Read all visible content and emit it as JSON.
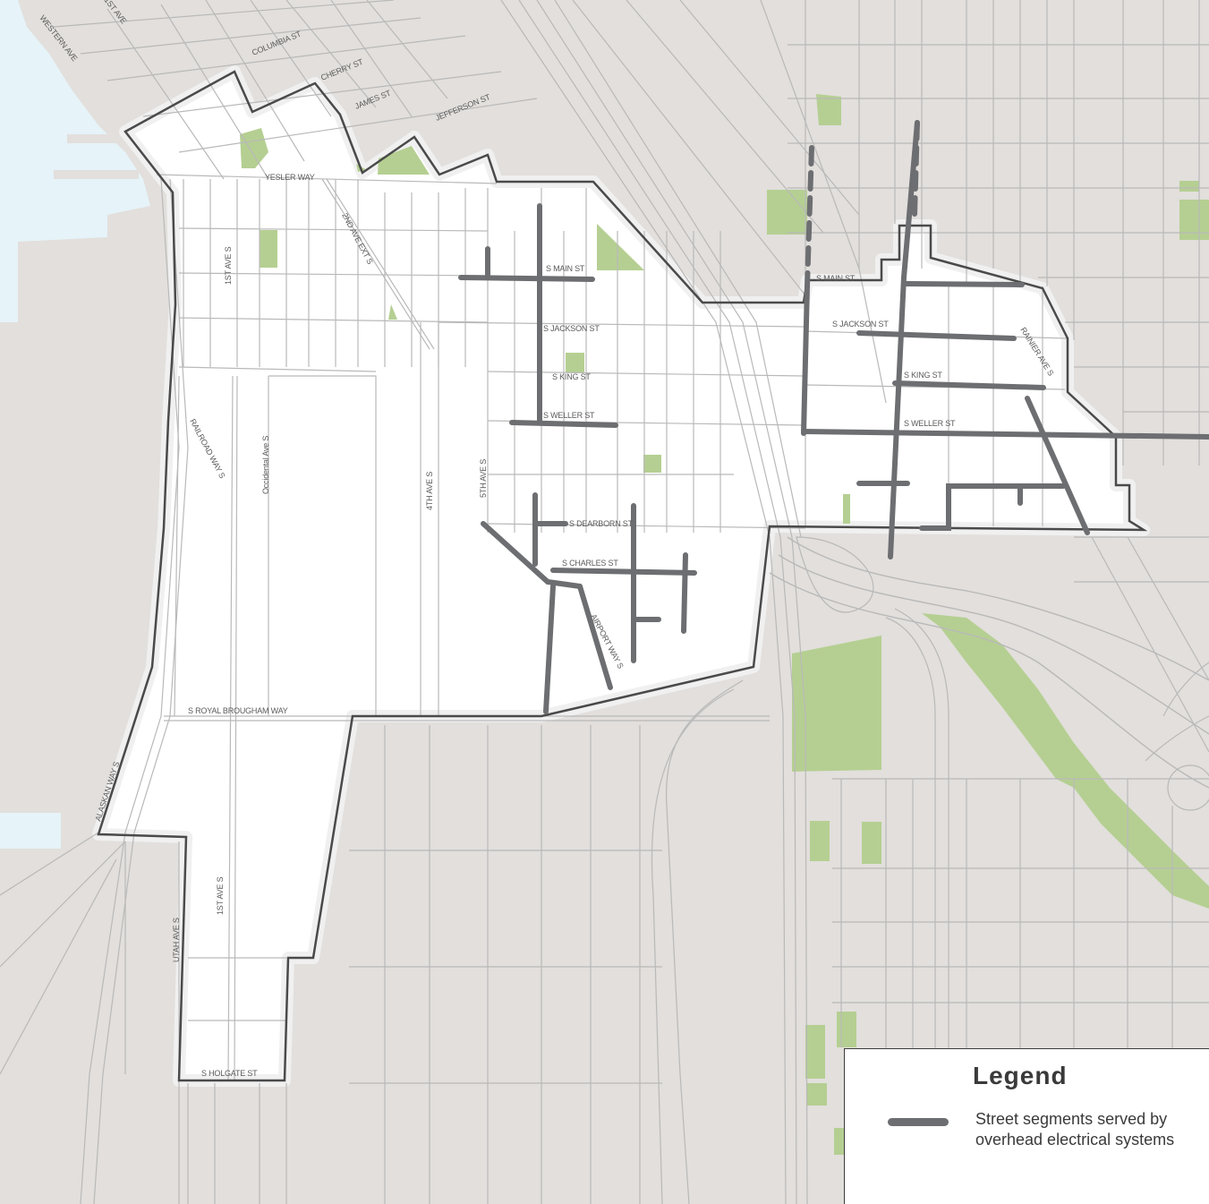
{
  "map": {
    "street_labels": {
      "columbia_st": "COLUMBIA ST",
      "cherry_st": "CHERRY ST",
      "james_st": "JAMES ST",
      "jefferson_st": "JEFFERSON ST",
      "yesler_way": "YESLER WAY",
      "second_ave_ext_s": "2ND AVE EXT S",
      "first_ave_s_north": "1ST AVE S",
      "s_main_st_west": "S MAIN ST",
      "s_jackson_st_west": "S JACKSON ST",
      "s_king_st_west": "S KING ST",
      "s_weller_st_west": "S WELLER ST",
      "railroad_way_s": "RAILROAD WAY S",
      "occidental_ave_s": "Occidental Ave S",
      "fourth_ave_s": "4TH AVE S",
      "fifth_ave_s": "5TH AVE S",
      "s_dearborn_st": "S DEARBORN ST",
      "s_charles_st": "S CHARLES ST",
      "airport_way_s": "AIRPORT WAY S",
      "s_royal_brougham_way": "S ROYAL BROUGHAM  WAY",
      "alaskan_way_s": "ALASKAN WAY S",
      "first_ave_s_south": "1ST AVE S",
      "utah_ave_s": "UTAH AVE S",
      "s_holgate_st": "S HOLGATE ST",
      "s_main_st_east": "S MAIN ST",
      "s_jackson_st_east": "S JACKSON ST",
      "s_king_st_east": "S KING ST",
      "s_weller_st_east": "S WELLER ST",
      "rainier_ave_s": "RAINIER AVE S",
      "corner_label_1": "WESTERN AVE",
      "corner_label_2": "1ST AVE"
    }
  },
  "legend": {
    "title": "Legend",
    "item_label": "Street segments served by overhead electrical systems",
    "item_color": "#6d6e71"
  },
  "colors": {
    "land": "#e2dfdc",
    "water": "#e6f3f8",
    "district": "#ffffff",
    "park": "#b5cf92",
    "street_line": "#b9b9b9",
    "boundary": "#4a4a4a",
    "overhead_line": "#6d6e71"
  }
}
